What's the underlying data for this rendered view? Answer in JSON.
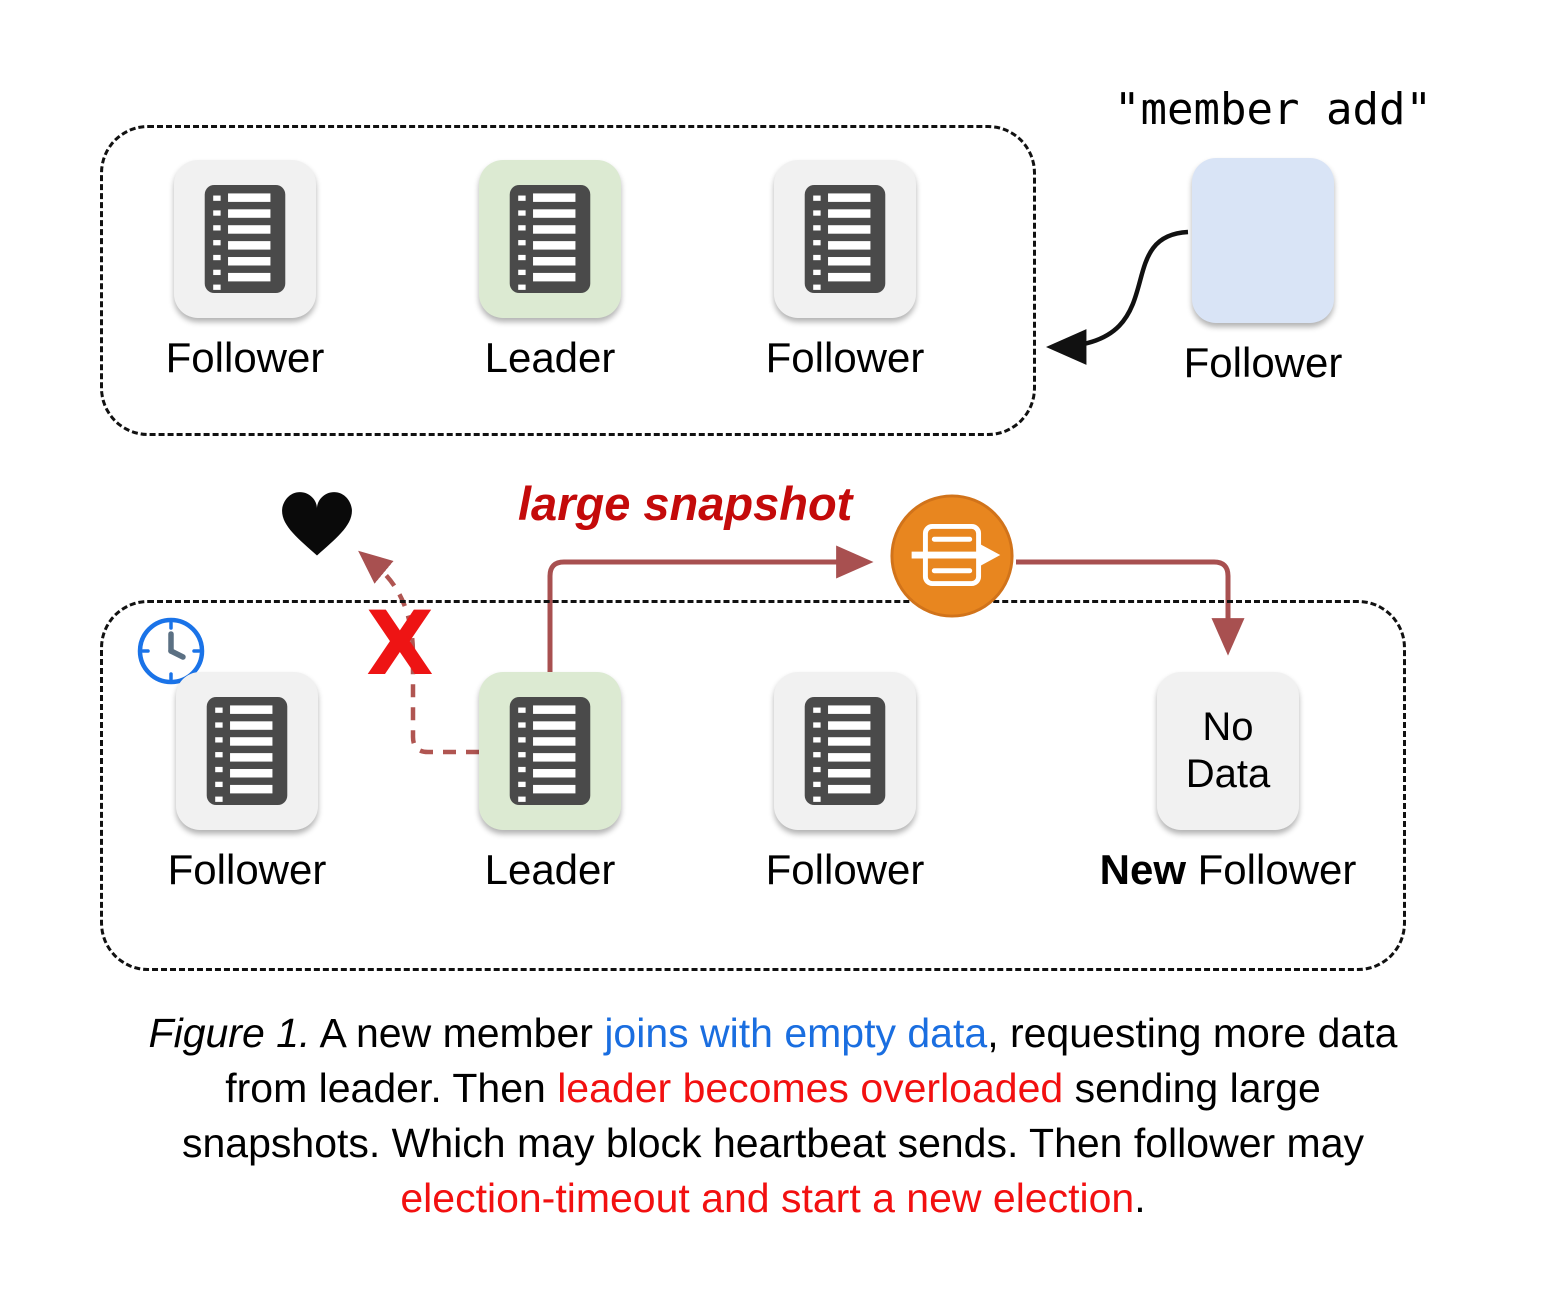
{
  "figure": {
    "member_add_label": "\"member add\"",
    "large_snapshot_label": "large snapshot",
    "x_mark": "X",
    "top_cluster": {
      "nodes": [
        {
          "label": "Follower"
        },
        {
          "label": "Leader"
        },
        {
          "label": "Follower"
        }
      ]
    },
    "new_member": {
      "label": "Follower"
    },
    "bottom_cluster": {
      "nodes": [
        {
          "label": "Follower"
        },
        {
          "label": "Leader"
        },
        {
          "label": "Follower"
        }
      ],
      "new_follower": {
        "box_text": "No Data",
        "label_bold": "New",
        "label_rest": " Follower"
      }
    },
    "caption": {
      "fig": "Figure 1.",
      "s1": " A new member ",
      "blue1": "joins with empty data",
      "s2": ", requesting more data",
      "s3": "from leader. Then ",
      "red1": "leader becomes overloaded",
      "s4": " sending large",
      "s5": "snapshots. Which may block heartbeat sends. Then follower may",
      "red2": "election-timeout and start a new election",
      "s6": "."
    },
    "icons": {
      "log_icon": "log-list",
      "heart_icon": "♥",
      "clock_icon": "election-timeout-clock",
      "x_icon": "blocked-x",
      "snapshot_icon": "snapshot-transfer"
    },
    "colors": {
      "leader_bg": "#dcead2",
      "follower_bg": "#f1f1f1",
      "new_member_bg": "#d9e4f6",
      "arrow_black": "#111111",
      "arrow_red": "#a85050",
      "x_red": "#ee1414",
      "heart_black": "#0a0a0a",
      "snapshot_label_red": "#c40a0a",
      "caption_blue": "#1a6ee0",
      "caption_red": "#f21010",
      "orange_icon": "#e8861f",
      "clock_blue": "#1a73e8"
    }
  }
}
